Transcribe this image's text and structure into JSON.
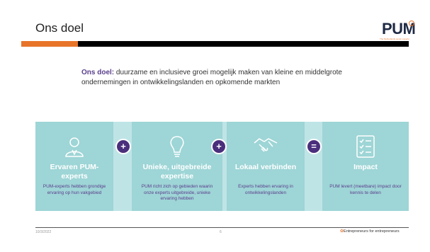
{
  "slide": {
    "title": "Ons doel",
    "logo_text": "PUM",
    "logo_tagline": "The Netherlands senior experts"
  },
  "goal": {
    "label": "Ons doel:",
    "text": " duurzame en inclusieve groei mogelijk maken van kleine en middelgrote ondernemingen in ontwikkelingslanden en opkomende markten"
  },
  "cards": [
    {
      "icon": "person-icon",
      "title": "Ervaren PUM-experts",
      "desc": "PUM-experts hebben grondige ervaring op hun vakgebied"
    },
    {
      "icon": "lightbulb-icon",
      "title": "Unieke, uitgebreide expertise",
      "desc": "PUM richt zich op gebieden waarin onze experts uitgebreide, unieke ervaring hebben"
    },
    {
      "icon": "handshake-icon",
      "title": "Lokaal verbinden",
      "desc": "Experts hebben ervaring in ontwikkelingslanden"
    },
    {
      "icon": "checklist-icon",
      "title": "Impact",
      "desc": "PUM levert (meetbare) impact door kennis te delen"
    }
  ],
  "operators": [
    "+",
    "+",
    "="
  ],
  "footer": {
    "date": "10/3/2022",
    "page": "6",
    "tagline": "Entrepreneurs for entrepreneurs"
  },
  "colors": {
    "accent": "#e8742a",
    "brand": "#1f2a44",
    "purple": "#5a3f8c",
    "card": "#9ed5d6",
    "band": "#bfe4e6"
  }
}
